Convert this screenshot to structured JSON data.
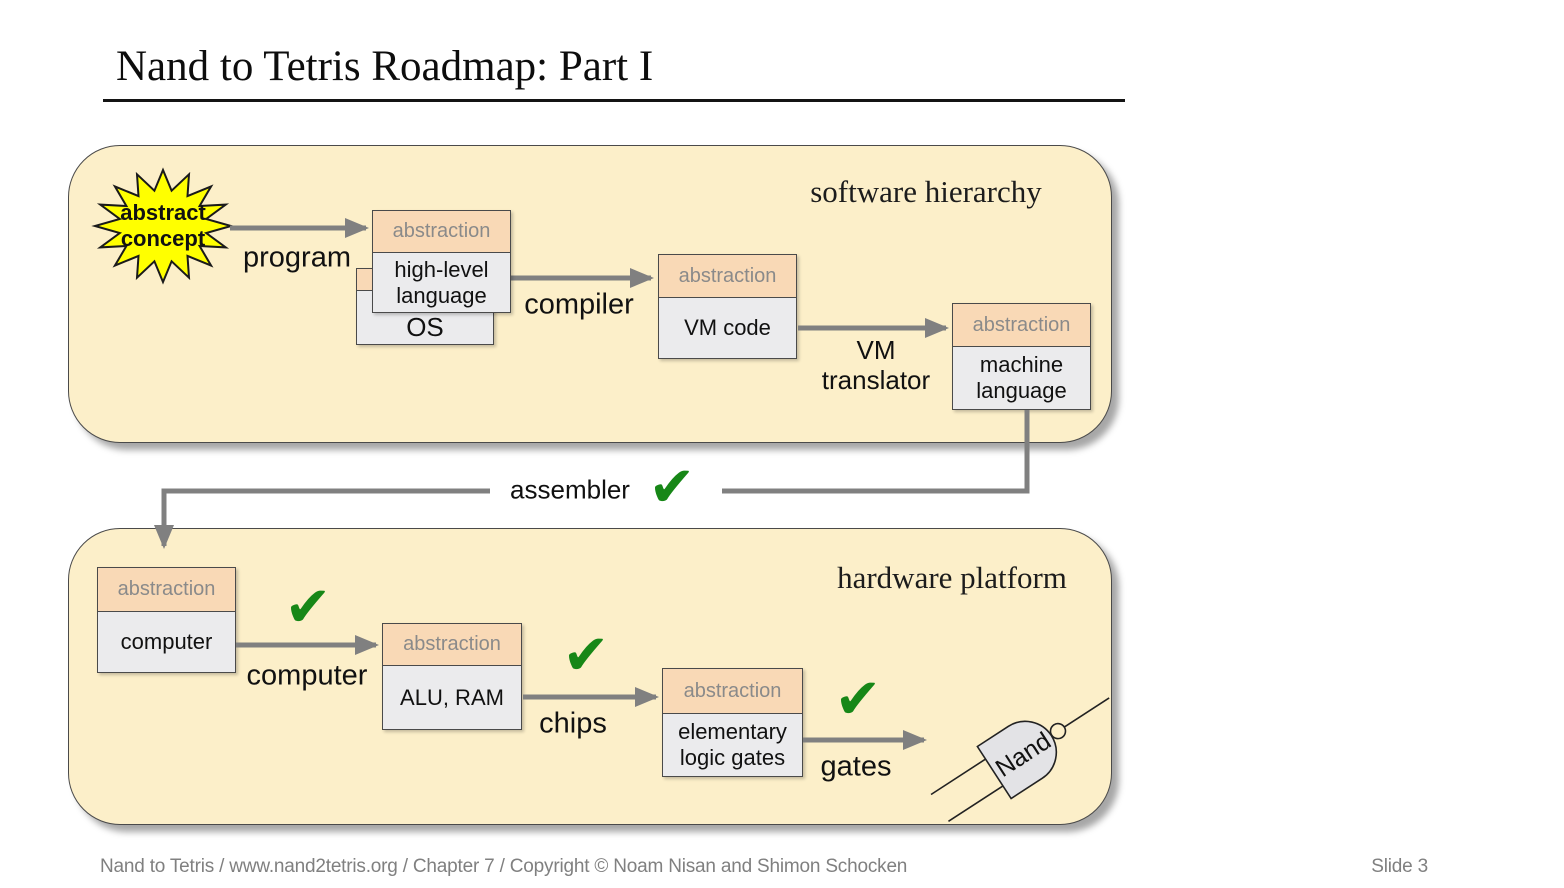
{
  "colors": {
    "container_fill": "#fcefc9",
    "box_header_fill": "#f9d9b6",
    "box_body_fill": "#ebebed",
    "outline": "#4a4a4a",
    "arrow_gray": "#808080",
    "check_green": "#178717",
    "starburst_yellow": "#ffff00",
    "header_text_gray": "#8a8a8a",
    "footer_gray": "#808080"
  },
  "icons": {
    "check_char": "✔"
  },
  "slide": {
    "title": "Nand to Tetris Roadmap: Part I",
    "footer_left": "Nand to Tetris / www.nand2tetris.org / Chapter 7 / Copyright © Noam Nisan and Shimon Schocken",
    "footer_right": "Slide 3"
  },
  "software": {
    "heading": "software hierarchy",
    "starburst_line1": "abstract",
    "starburst_line2": "concept",
    "label_program": "program",
    "label_compiler": "compiler",
    "label_vm_translator": "VM translator",
    "box_hll_header": "abstraction",
    "box_hll_body": "high-level language",
    "box_os_body": "OS",
    "box_vm_header": "abstraction",
    "box_vm_body": "VM code",
    "box_ml_header": "abstraction",
    "box_ml_body": "machine language"
  },
  "assembler_label": "assembler",
  "hardware": {
    "heading": "hardware platform",
    "label_computer": "computer",
    "label_chips": "chips",
    "label_gates": "gates",
    "box_computer_header": "abstraction",
    "box_computer_body": "computer",
    "box_alu_header": "abstraction",
    "box_alu_body": "ALU, RAM",
    "box_gates_header": "abstraction",
    "box_gates_body": "elementary logic gates",
    "nand_label": "Nand"
  }
}
